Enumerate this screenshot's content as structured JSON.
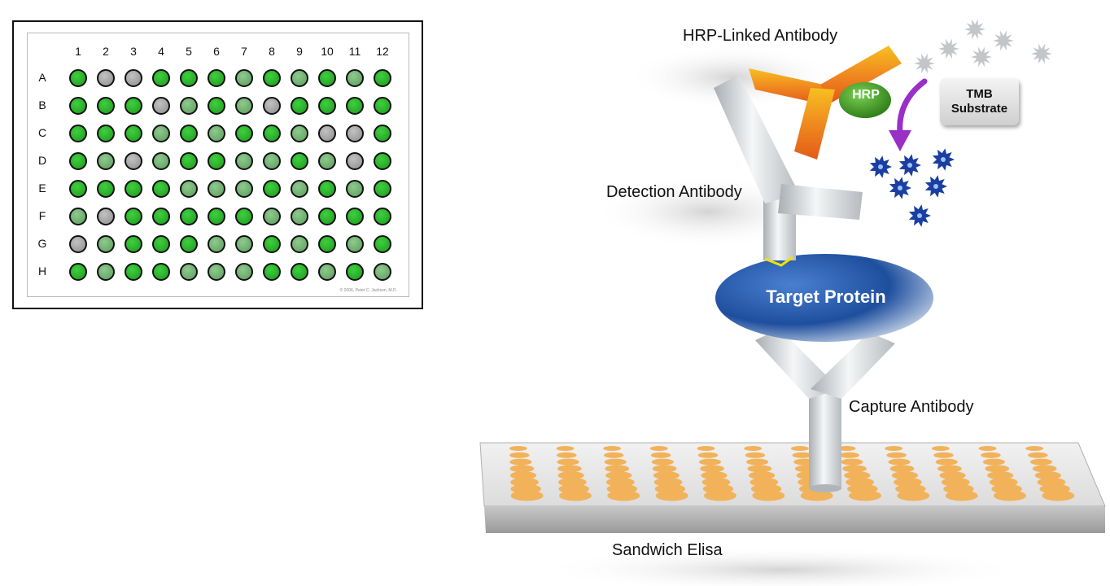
{
  "plate": {
    "columns": [
      "1",
      "2",
      "3",
      "4",
      "5",
      "6",
      "7",
      "8",
      "9",
      "10",
      "11",
      "12"
    ],
    "rows": [
      "A",
      "B",
      "C",
      "D",
      "E",
      "F",
      "G",
      "H"
    ],
    "wells": [
      "gyygggmgmgmg",
      "gggymgmygggg",
      "gggmgmggmyyg",
      "gmymggmmgmyg",
      "ggggmmmgmgmg",
      "mygggggmmggg",
      "ymgggmmgmgmg",
      "gmggmmmggmgm"
    ],
    "well_colors": {
      "g": "#22b022",
      "m": "#6fb36f",
      "y": "#a0a0a0"
    },
    "credit": "© 2006, Peter C. Jackson, M.D."
  },
  "diagram": {
    "hrp_linked_label": "HRP-Linked Antibody",
    "hrp_label": "HRP",
    "tmb_line1": "TMB",
    "tmb_line2": "Substrate",
    "detection_label": "Detection Antibody",
    "target_label": "Target Protein",
    "capture_label": "Capture Antibody",
    "plate_caption": "Sandwich Elisa",
    "colors": {
      "antibody_gray": "#d6dadd",
      "hrp_antibody_orange": "#f08020",
      "hrp_green": "#3a9a24",
      "target_blue": "#2456a8",
      "substrate_blue": "#1a3fa0",
      "arrow_purple": "#9a2fc8",
      "well_orange": "#f2b25a"
    }
  }
}
